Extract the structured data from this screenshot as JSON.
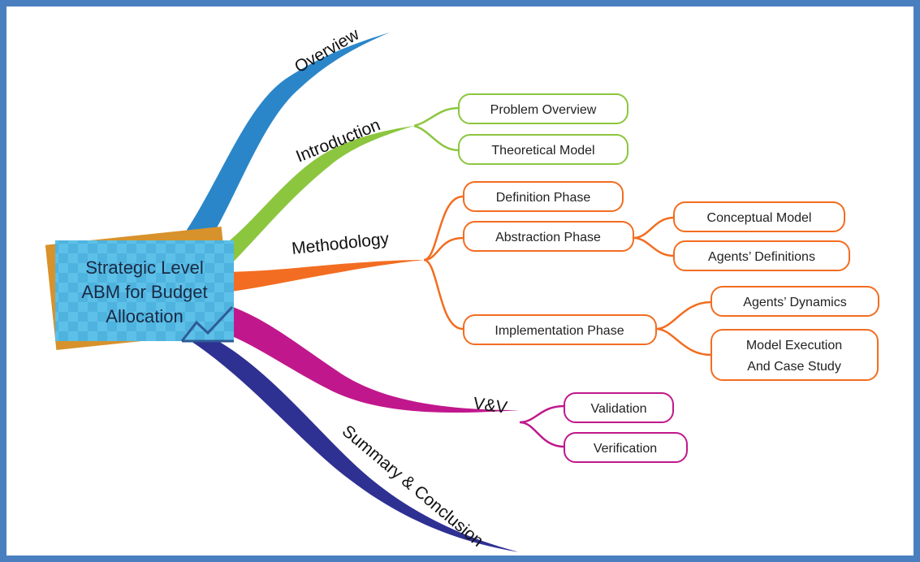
{
  "central_topic": {
    "lines": [
      "Strategic Level",
      "ABM for Budget",
      "Allocation"
    ]
  },
  "branches": {
    "overview": {
      "label": "Overview",
      "color": "#2a86c9"
    },
    "introduction": {
      "label": "Introduction",
      "color": "#8cc63f",
      "children": [
        "Problem Overview",
        "Theoretical Model"
      ]
    },
    "methodology": {
      "label": "Methodology",
      "color": "#f26d21",
      "children": [
        "Definition Phase",
        "Abstraction Phase",
        "Implementation Phase"
      ],
      "abstraction_children": [
        "Conceptual Model",
        "Agents’ Definitions"
      ],
      "implementation_children": [
        "Agents’ Dynamics",
        "Model Execution",
        "And Case Study"
      ]
    },
    "vv": {
      "label": "V&V",
      "color": "#c0188c",
      "children": [
        "Validation",
        "Verification"
      ]
    },
    "summary": {
      "label": "Summary & Conclusion",
      "color": "#2e3192"
    }
  }
}
